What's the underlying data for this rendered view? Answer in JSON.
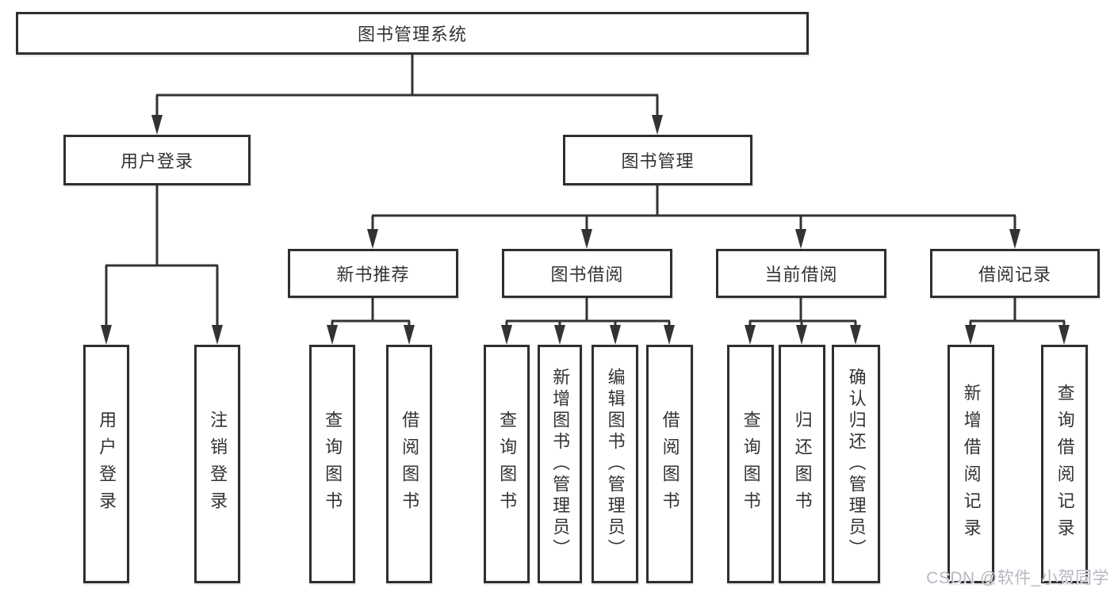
{
  "tree": {
    "label": "图书管理系统",
    "children": [
      {
        "label": "用户登录",
        "children": [
          {
            "label": "用户登录"
          },
          {
            "label": "注销登录"
          }
        ]
      },
      {
        "label": "图书管理",
        "children": [
          {
            "label": "新书推荐",
            "children": [
              {
                "label": "查询图书"
              },
              {
                "label": "借阅图书"
              }
            ]
          },
          {
            "label": "图书借阅",
            "children": [
              {
                "label": "查询图书"
              },
              {
                "label": "新增图书（管理员）"
              },
              {
                "label": "编辑图书（管理员）"
              },
              {
                "label": "借阅图书"
              }
            ]
          },
          {
            "label": "当前借阅",
            "children": [
              {
                "label": "查询图书"
              },
              {
                "label": "归还图书"
              },
              {
                "label": "确认归还（管理员）"
              }
            ]
          },
          {
            "label": "借阅记录",
            "children": [
              {
                "label": "新增借阅记录"
              },
              {
                "label": "查询借阅记录"
              }
            ]
          }
        ]
      }
    ]
  },
  "watermark": {
    "text": "CSDN @软件_小贺同学"
  },
  "colors": {
    "background": "#ffffff",
    "line": "#333333",
    "box_border": "#2f2f2f",
    "text": "#333333",
    "watermark": "#b4b8bf"
  }
}
